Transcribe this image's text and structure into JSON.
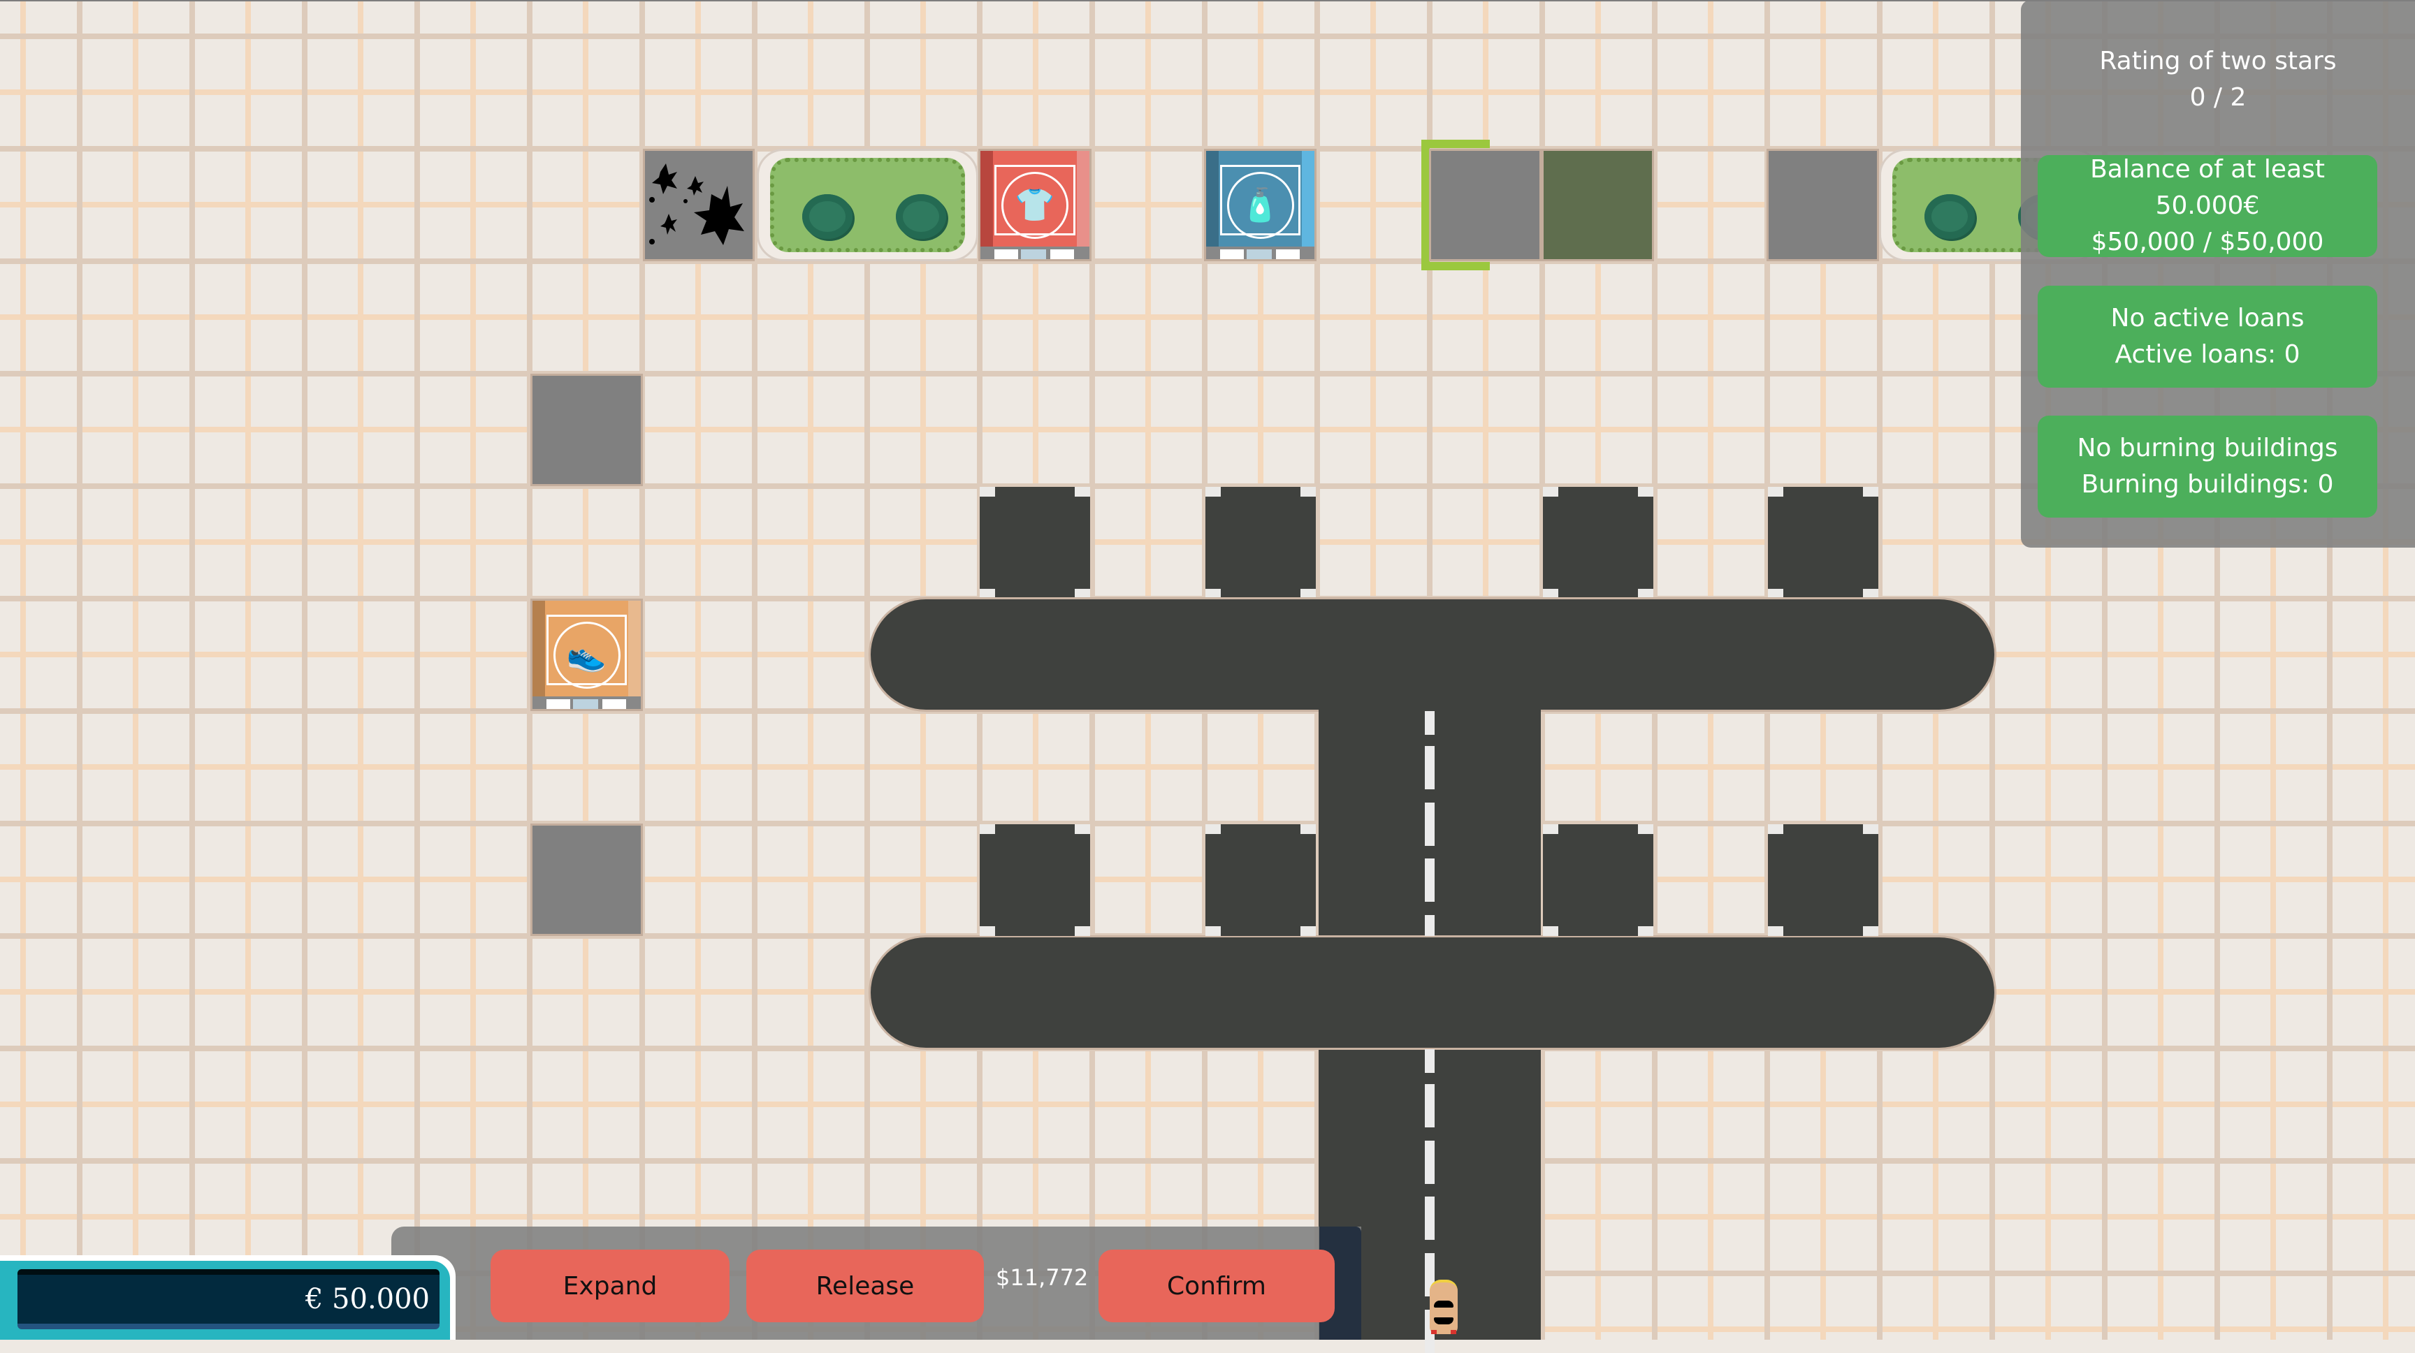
{
  "hud": {
    "balance_display": "€ 50.000",
    "goals_title": "Rating of two stars",
    "goals_progress": "0 / 2",
    "goals": [
      {
        "title": "Balance of at least 50.000€",
        "progress": "$50,000 / $50,000",
        "status": "complete"
      },
      {
        "title": "No active loans",
        "progress": "Active loans: 0",
        "status": "complete"
      },
      {
        "title": "No burning buildings",
        "progress": "Burning buildings: 0",
        "status": "complete"
      }
    ]
  },
  "toolbar": {
    "expand_label": "Expand",
    "release_label": "Release",
    "price": "$11,772",
    "confirm_label": "Confirm"
  },
  "map": {
    "tiles": [
      {
        "type": "destroyed-building",
        "icon": "explosion-icon"
      },
      {
        "type": "park"
      },
      {
        "type": "shop",
        "category": "clothing",
        "icon": "tshirt-icon",
        "color": "#e8665a"
      },
      {
        "type": "shop",
        "category": "hygiene",
        "icon": "soap-icon",
        "color": "#4b8fb0"
      },
      {
        "type": "empty-plot",
        "selected": true
      },
      {
        "type": "empty-plot",
        "highlight": "green"
      },
      {
        "type": "empty-plot"
      },
      {
        "type": "park"
      },
      {
        "type": "empty-plot"
      },
      {
        "type": "shop",
        "category": "shoes",
        "icon": "sneaker-icon",
        "color": "#e8a566"
      },
      {
        "type": "empty-plot"
      }
    ],
    "parking_lots": 8,
    "roads": 3,
    "vehicles": [
      {
        "type": "car",
        "color": "#e4b488"
      }
    ]
  },
  "colors": {
    "goal_complete": "#4caf5b",
    "button": "#e8665a",
    "money_accent": "#27b5c0",
    "selection": "#9bc83e"
  }
}
